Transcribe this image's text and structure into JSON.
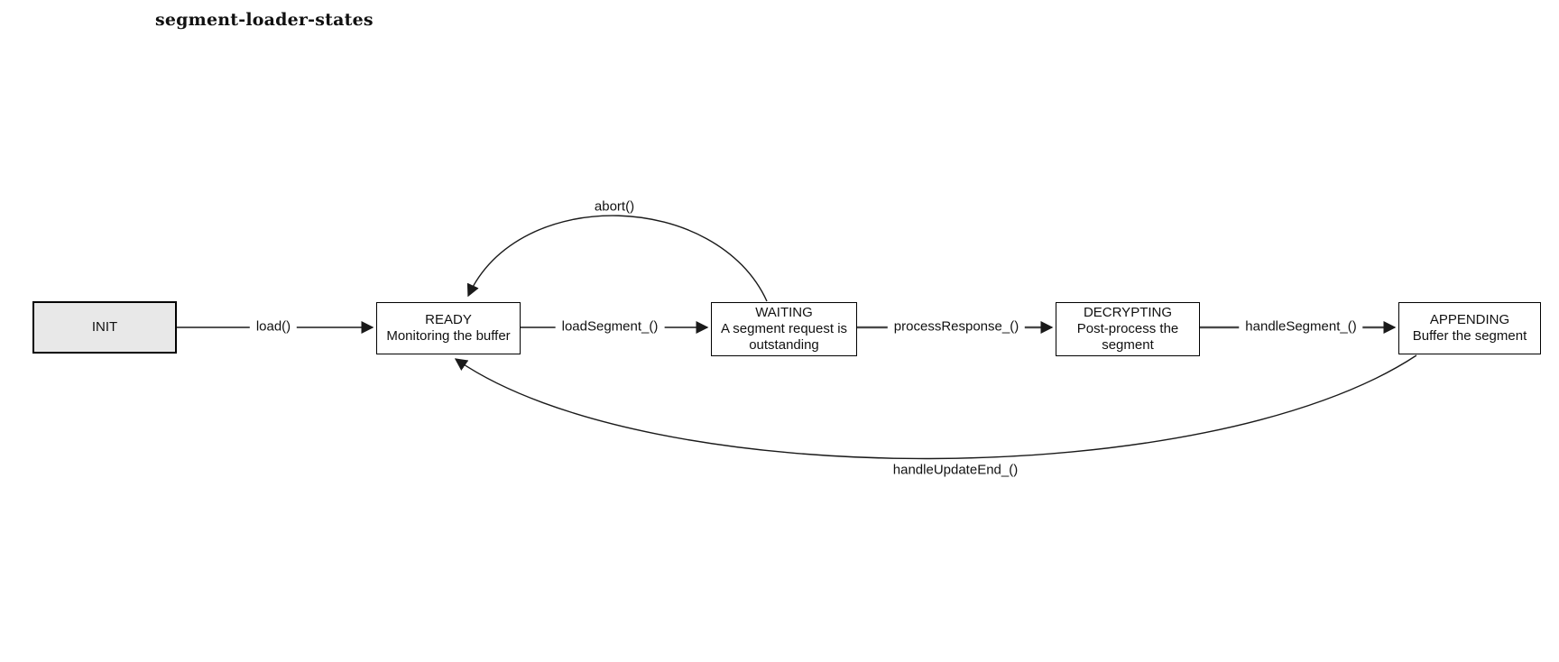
{
  "title": "segment-loader-states",
  "colors": {
    "background": "#ffffff",
    "line": "#1a1a1a",
    "box_border": "#000000",
    "box_fill": "#ffffff",
    "init_fill": "#e8e8e8"
  },
  "states": [
    {
      "id": "init",
      "name": "INIT",
      "desc": ""
    },
    {
      "id": "ready",
      "name": "READY",
      "desc": "Monitoring the buffer"
    },
    {
      "id": "waiting",
      "name": "WAITING",
      "desc": "A segment request is outstanding"
    },
    {
      "id": "decrypting",
      "name": "DECRYPTING",
      "desc": "Post-process the segment"
    },
    {
      "id": "appending",
      "name": "APPENDING",
      "desc": "Buffer the segment"
    }
  ],
  "transitions": [
    {
      "label": "load()",
      "from": "INIT",
      "to": "READY"
    },
    {
      "label": "loadSegment_()",
      "from": "READY",
      "to": "WAITING"
    },
    {
      "label": "processResponse_()",
      "from": "WAITING",
      "to": "DECRYPTING"
    },
    {
      "label": "handleSegment_()",
      "from": "DECRYPTING",
      "to": "APPENDING"
    },
    {
      "label": "abort()",
      "from": "WAITING",
      "to": "READY"
    },
    {
      "label": "handleUpdateEnd_()",
      "from": "APPENDING",
      "to": "READY"
    }
  ]
}
